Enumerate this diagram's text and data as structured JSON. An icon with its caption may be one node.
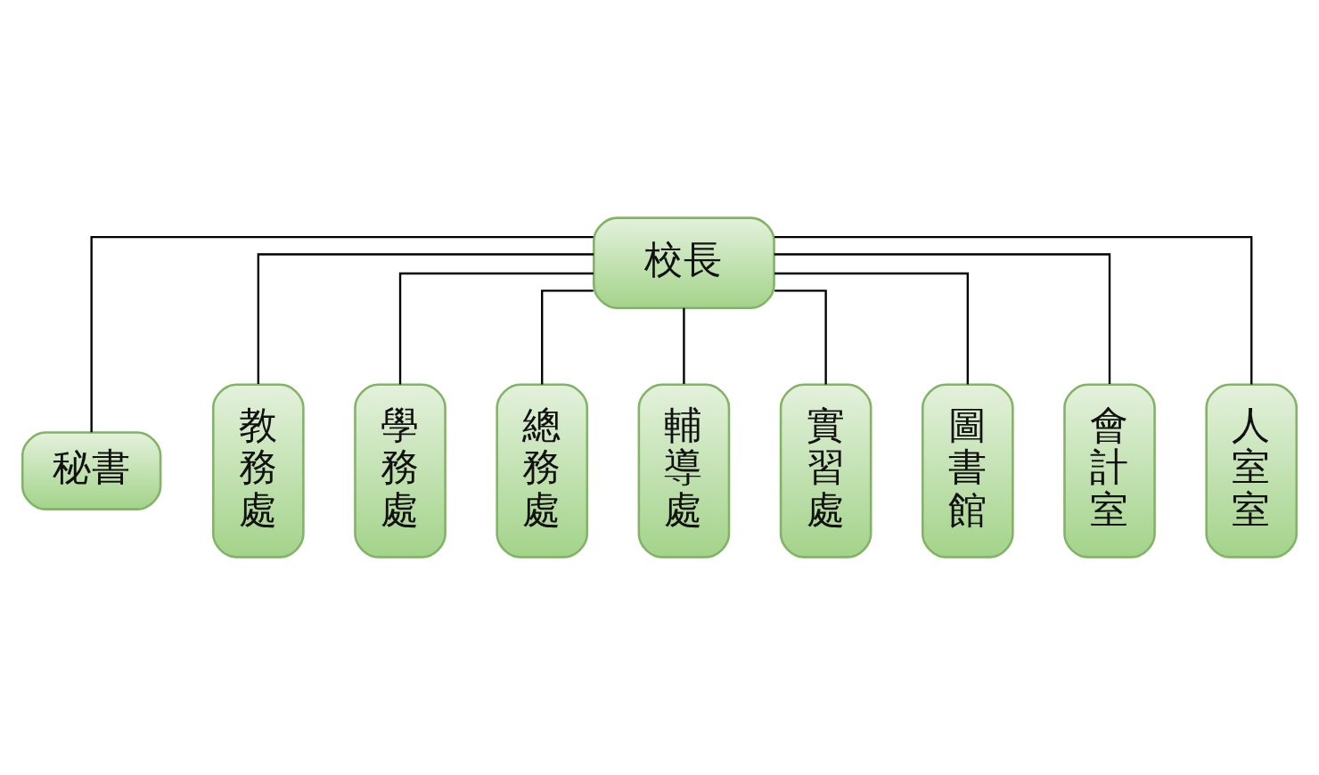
{
  "diagram": {
    "nodes": [
      {
        "text": [
          "校長"
        ]
      },
      {
        "text": [
          "秘書"
        ]
      },
      {
        "text": [
          "教務處"
        ]
      },
      {
        "text": [
          "學務處"
        ]
      },
      {
        "text": [
          "總務處"
        ]
      },
      {
        "text": [
          "輔導處"
        ]
      },
      {
        "text": [
          "實習處"
        ]
      },
      {
        "text": [
          "圖書館"
        ]
      },
      {
        "text": [
          "會計室"
        ]
      },
      {
        "text": [
          "人室室"
        ]
      }
    ],
    "edges": [
      {
        "from": 0,
        "to": 1,
        "arrow": "none"
      },
      {
        "from": 0,
        "to": 2,
        "arrow": "none"
      },
      {
        "from": 0,
        "to": 3,
        "arrow": "none"
      },
      {
        "from": 0,
        "to": 4,
        "arrow": "none"
      },
      {
        "from": 0,
        "to": 5,
        "arrow": "none"
      },
      {
        "from": 0,
        "to": 6,
        "arrow": "none"
      },
      {
        "from": 0,
        "to": 7,
        "arrow": "none"
      },
      {
        "from": 0,
        "to": 8,
        "arrow": "none"
      },
      {
        "from": 0,
        "to": 9,
        "arrow": "none"
      }
    ]
  }
}
